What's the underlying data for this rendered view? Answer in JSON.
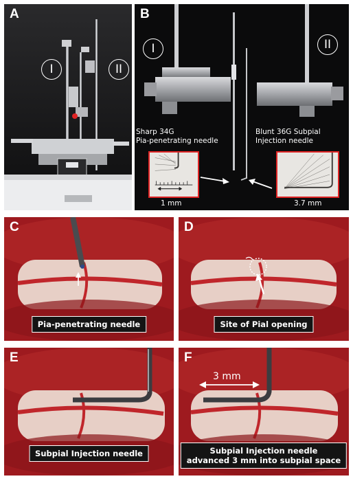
{
  "panels": {
    "A": {
      "letter": "A",
      "label_left": "I",
      "label_right": "II"
    },
    "B": {
      "letter": "B",
      "label_left": "I",
      "label_right": "II",
      "sharp_line1": "Sharp 34G",
      "sharp_line2": "Pia-penetrating needle",
      "blunt_line1": "Blunt 36G Subpial",
      "blunt_line2": "Injection needle",
      "inset_left_scale": "1 mm",
      "inset_right_scale": "3.7 mm"
    },
    "C": {
      "letter": "C",
      "caption": "Pia-penetrating needle"
    },
    "D": {
      "letter": "D",
      "caption": "Site of Pial opening"
    },
    "E": {
      "letter": "E",
      "caption": "Subpial Injection needle"
    },
    "F": {
      "letter": "F",
      "caption_line1": "Subpial Injection needle",
      "caption_line2": "advanced 3 mm into subpial space",
      "measure": "3 mm"
    }
  },
  "colors": {
    "inset_border": "#e02424",
    "tissue": "#9e1a1f",
    "cord": "#e7cfc6",
    "background_dark": "#0b0b0c"
  }
}
